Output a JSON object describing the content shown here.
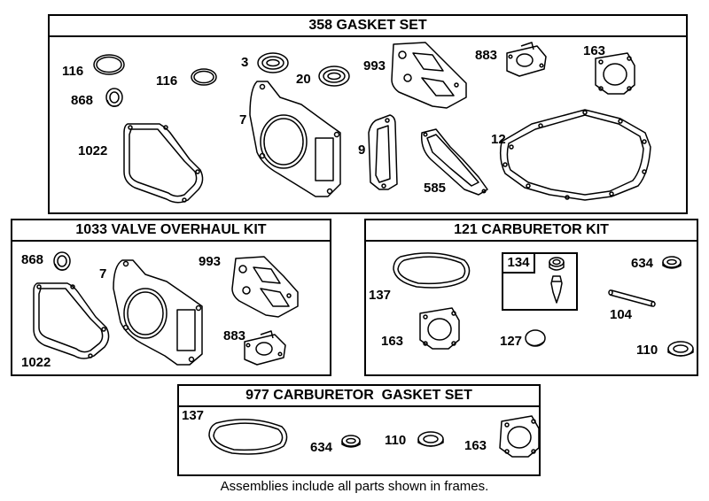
{
  "frames": {
    "gasket_set": {
      "title": "358 GASKET SET",
      "callouts": {
        "c116a": "116",
        "c116b": "116",
        "c868": "868",
        "c1022": "1022",
        "c3": "3",
        "c20": "20",
        "c7": "7",
        "c993": "993",
        "c9": "9",
        "c585": "585",
        "c883": "883",
        "c163": "163",
        "c12": "12"
      }
    },
    "valve_kit": {
      "title": "1033 VALVE OVERHAUL KIT",
      "callouts": {
        "c868": "868",
        "c7": "7",
        "c993": "993",
        "c883": "883",
        "c1022": "1022"
      }
    },
    "carb_kit": {
      "title": "121 CARBURETOR KIT",
      "sub_label": "134",
      "callouts": {
        "c137": "137",
        "c163": "163",
        "c127": "127",
        "c634": "634",
        "c104": "104",
        "c110": "110"
      }
    },
    "carb_gasket_set": {
      "title": "977 CARBURETOR  GASKET SET",
      "callouts": {
        "c137": "137",
        "c634": "634",
        "c110": "110",
        "c163": "163"
      }
    }
  },
  "footnote": "Assemblies include all parts shown in frames."
}
